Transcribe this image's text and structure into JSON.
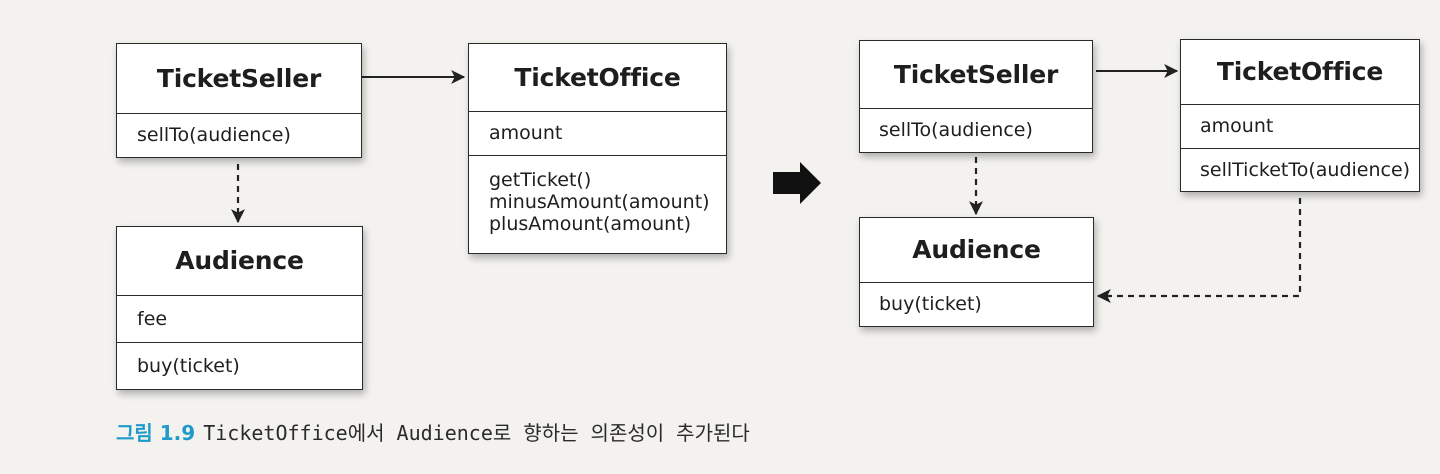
{
  "left": {
    "ticket_seller": {
      "name": "TicketSeller",
      "methods": [
        "sellTo(audience)"
      ]
    },
    "ticket_office": {
      "name": "TicketOffice",
      "attributes": [
        "amount"
      ],
      "methods": [
        "getTicket()",
        "minusAmount(amount)",
        "plusAmount(amount)"
      ]
    },
    "audience": {
      "name": "Audience",
      "attributes": [
        "fee"
      ],
      "methods": [
        "buy(ticket)"
      ]
    }
  },
  "right": {
    "ticket_seller": {
      "name": "TicketSeller",
      "methods": [
        "sellTo(audience)"
      ]
    },
    "ticket_office": {
      "name": "TicketOffice",
      "attributes": [
        "amount"
      ],
      "methods": [
        "sellTicketTo(audience)"
      ]
    },
    "audience": {
      "name": "Audience",
      "methods": [
        "buy(ticket)"
      ]
    }
  },
  "caption": {
    "number": "그림 1.9",
    "text": "TicketOffice에서 Audience로 향하는 의존성이 추가된다"
  }
}
